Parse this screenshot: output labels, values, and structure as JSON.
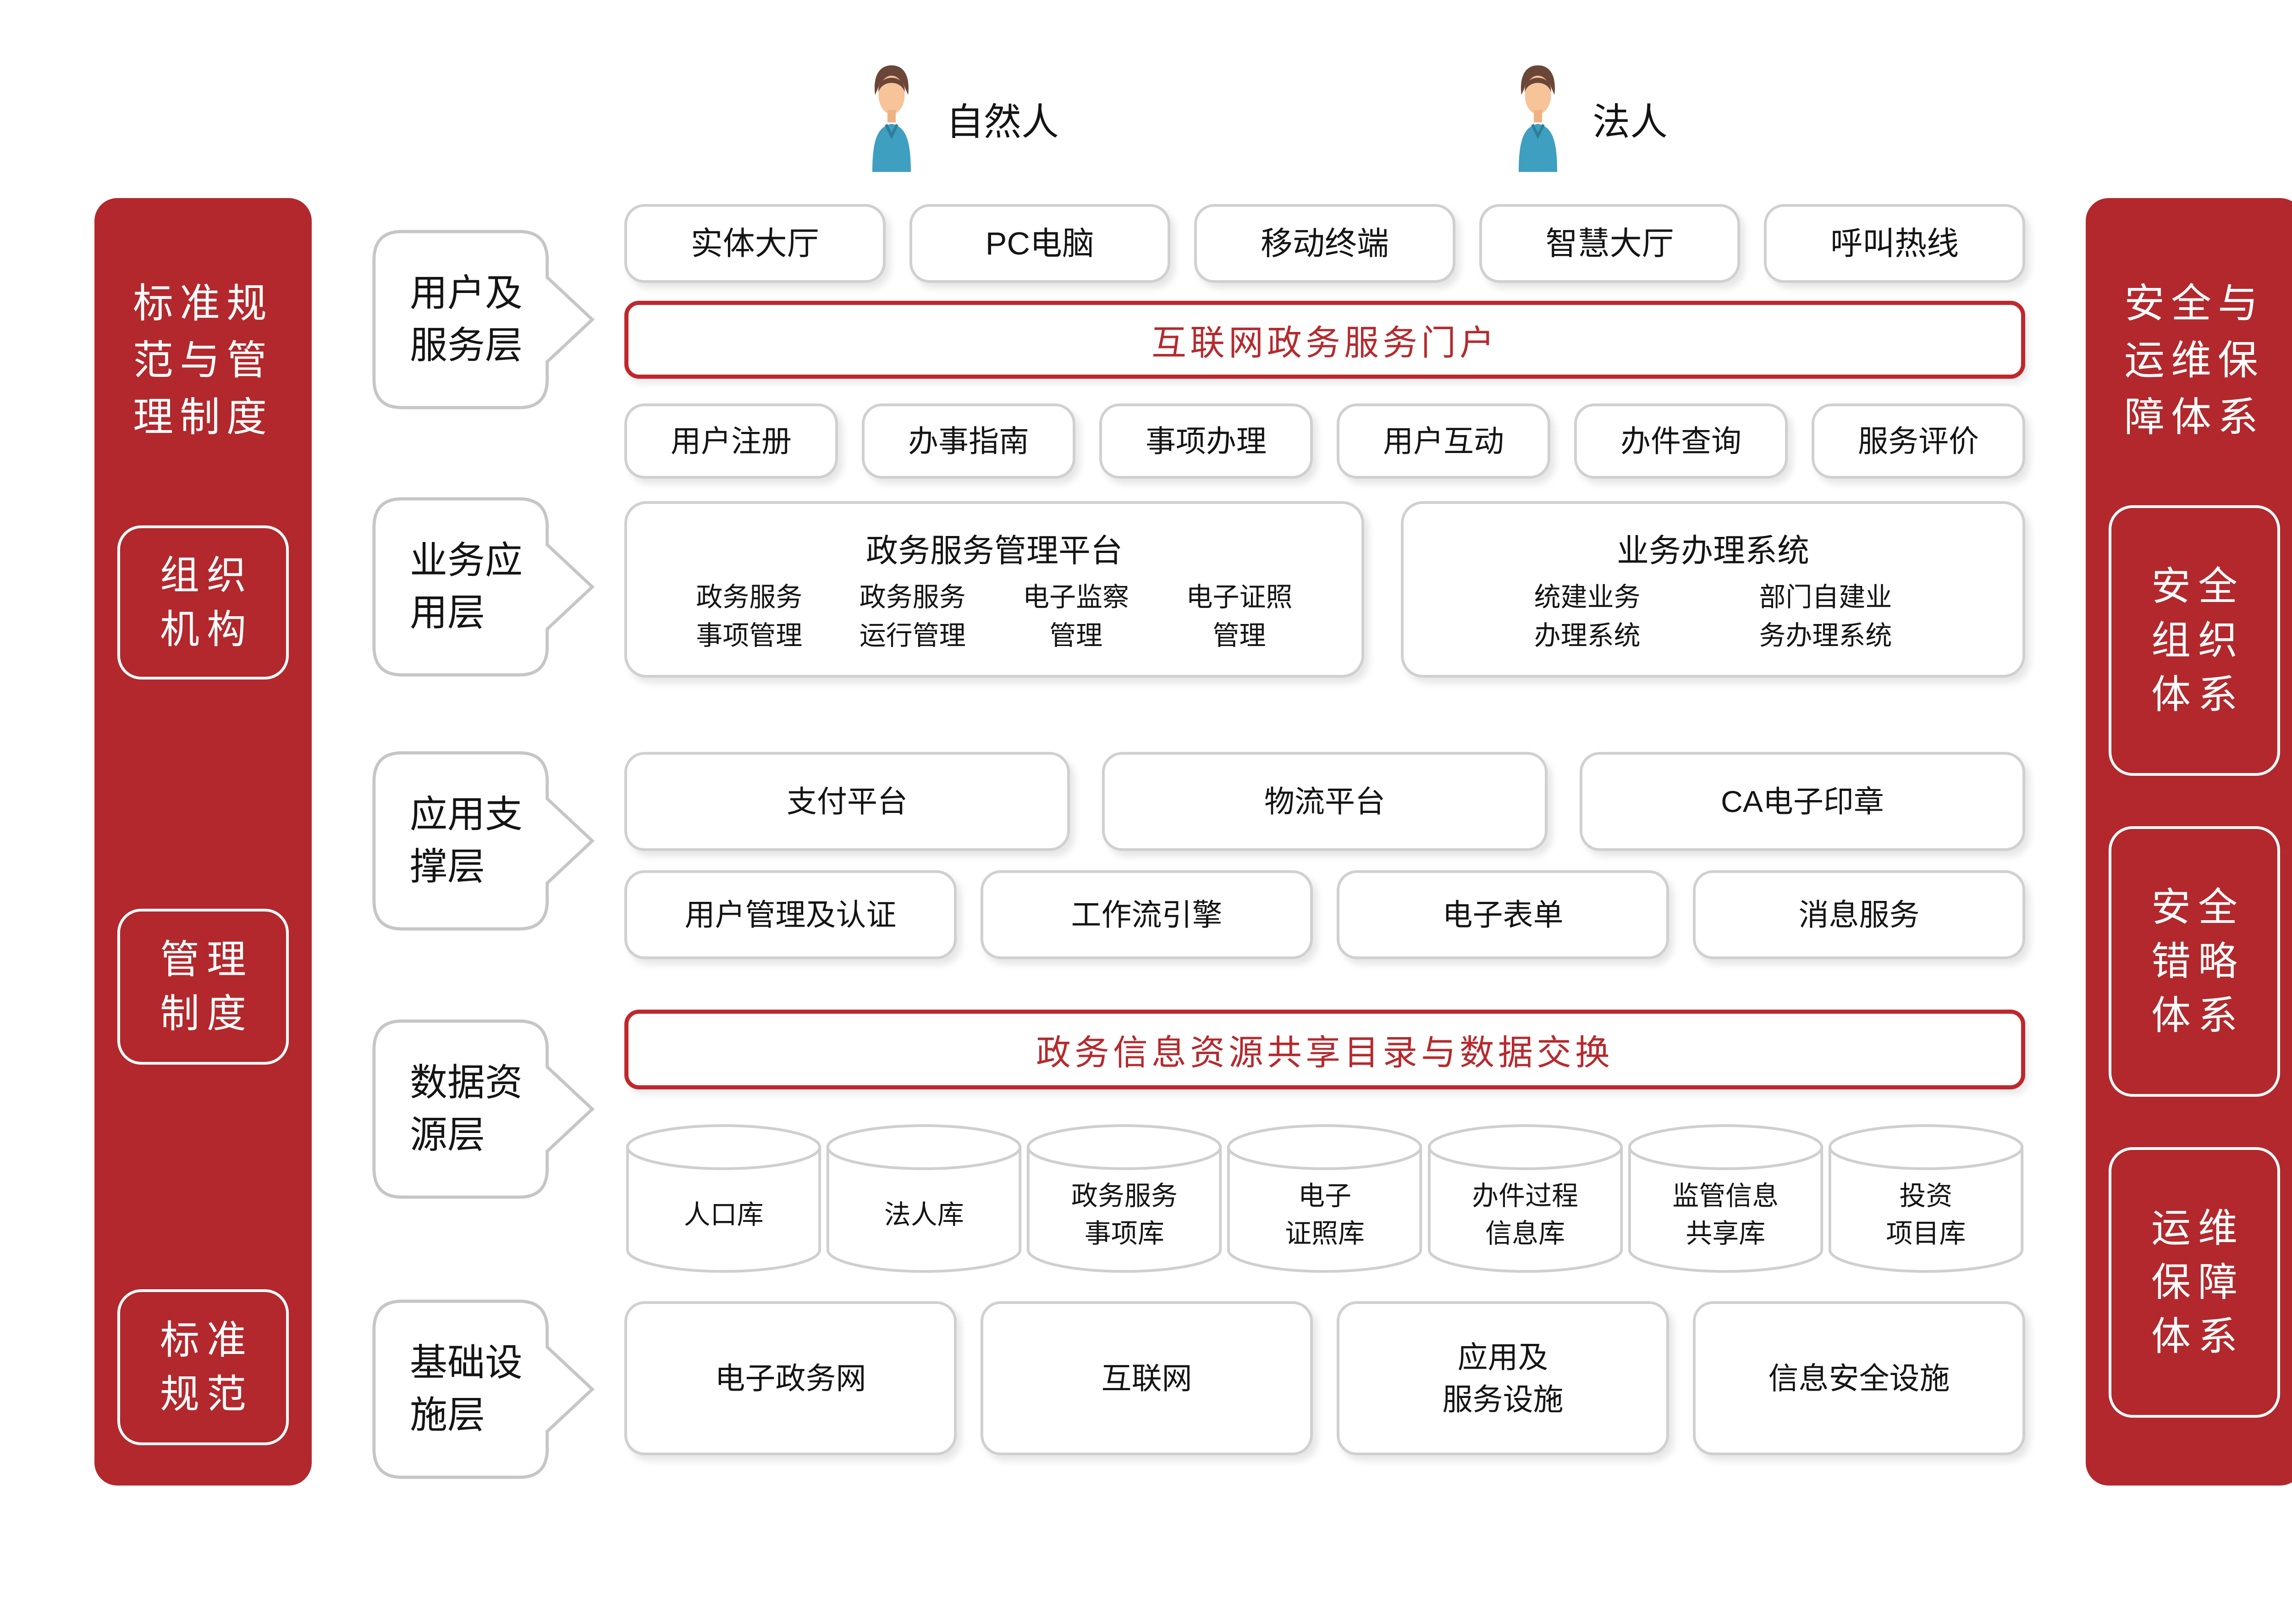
{
  "palette": {
    "sidebar_red": "#b2282c",
    "banner_red": "#c0272c",
    "banner_text_red": "#b52a2e",
    "box_border_gray": "#d0d0d0",
    "label_border_gray": "#c6c6c6",
    "text_black": "#141414",
    "person_shirt_blue": "#3e9fc0",
    "person_hair_brown": "#6b4638",
    "person_skin": "#f6c498"
  },
  "actors": [
    {
      "label": "自然人"
    },
    {
      "label": "法人"
    }
  ],
  "left_sidebar": {
    "title": "标准规范与管理制度",
    "title_lines": [
      "标准规",
      "范与管",
      "理制度"
    ],
    "items": [
      {
        "lines": [
          "组织",
          "机构"
        ]
      },
      {
        "lines": [
          "管理",
          "制度"
        ]
      },
      {
        "lines": [
          "标准",
          "规范"
        ]
      }
    ]
  },
  "right_sidebar": {
    "title": "安全与运维保障体系",
    "title_lines": [
      "安全与",
      "运维保",
      "障体系"
    ],
    "items": [
      {
        "lines": [
          "安全",
          "组织",
          "体系"
        ]
      },
      {
        "lines": [
          "安全",
          "错略",
          "体系"
        ]
      },
      {
        "lines": [
          "运维",
          "保障",
          "体系"
        ]
      }
    ]
  },
  "layers": [
    {
      "name": "用户及服务层",
      "lines": [
        "用户及",
        "服务层"
      ]
    },
    {
      "name": "业务应用层",
      "lines": [
        "业务应",
        "用层"
      ]
    },
    {
      "name": "应用支撑层",
      "lines": [
        "应用支",
        "撑层"
      ]
    },
    {
      "name": "数据资源层",
      "lines": [
        "数据资",
        "源层"
      ]
    },
    {
      "name": "基础设施层",
      "lines": [
        "基础设",
        "施层"
      ]
    }
  ],
  "rows": {
    "channels": [
      "实体大厅",
      "PC电脑",
      "移动终端",
      "智慧大厅",
      "呼叫热线"
    ],
    "portal_banner": "互联网政务服务门户",
    "portal_functions": [
      "用户注册",
      "办事指南",
      "事项办理",
      "用户互动",
      "办件查询",
      "服务评价"
    ],
    "business": {
      "left": {
        "title": "政务服务管理平台",
        "items": [
          [
            "政务服务",
            "事项管理"
          ],
          [
            "政务服务",
            "运行管理"
          ],
          [
            "电子监察",
            "管理"
          ],
          [
            "电子证照",
            "管理"
          ]
        ]
      },
      "right": {
        "title": "业务办理系统",
        "items": [
          [
            "统建业务",
            "办理系统"
          ],
          [
            "部门自建业",
            "务办理系统"
          ]
        ]
      }
    },
    "support_row1": [
      "支付平台",
      "物流平台",
      "CA电子印章"
    ],
    "support_row2": [
      "用户管理及认证",
      "工作流引擎",
      "电子表单",
      "消息服务"
    ],
    "data_banner": "政务信息资源共享目录与数据交换",
    "databases": [
      [
        "人口库"
      ],
      [
        "法人库"
      ],
      [
        "政务服务",
        "事项库"
      ],
      [
        "电子",
        "证照库"
      ],
      [
        "办件过程",
        "信息库"
      ],
      [
        "监管信息",
        "共享库"
      ],
      [
        "投资",
        "项目库"
      ]
    ],
    "infrastructure": [
      [
        "电子政务网"
      ],
      [
        "互联网"
      ],
      [
        "应用及",
        "服务设施"
      ],
      [
        "信息安全设施"
      ]
    ]
  }
}
